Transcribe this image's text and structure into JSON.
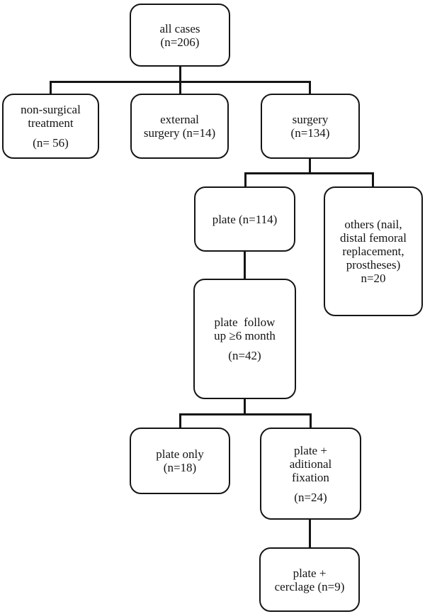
{
  "figure": {
    "background_color": "#ffffff",
    "line_color": "#151515",
    "node_border_color": "#151515"
  },
  "nodes": {
    "all_cases": {
      "text": "all cases\n(n=206)"
    },
    "non_surgical": {
      "text": "non-surgical\ntreatment",
      "count": "(n= 56)"
    },
    "external_surgery": {
      "text": "external\nsurgery (n=14)"
    },
    "surgery": {
      "text": "surgery\n(n=134)"
    },
    "plate": {
      "text": "plate (n=114)"
    },
    "others": {
      "text": "others (nail,\ndistal femoral\nreplacement,\nprostheses)\nn=20"
    },
    "plate_follow_up": {
      "text": "plate  follow\nup ≥6 month",
      "count": "(n=42)"
    },
    "plate_only": {
      "text": "plate only\n(n=18)"
    },
    "plate_additional": {
      "text": "plate +\naditional\nfixation",
      "count": "(n=24)"
    },
    "plate_cerclage": {
      "text": "plate +\ncerclage (n=9)"
    }
  },
  "edges": [
    {
      "from": "all_cases",
      "to": "non_surgical"
    },
    {
      "from": "all_cases",
      "to": "external_surgery"
    },
    {
      "from": "all_cases",
      "to": "surgery"
    },
    {
      "from": "surgery",
      "to": "plate"
    },
    {
      "from": "surgery",
      "to": "others"
    },
    {
      "from": "plate",
      "to": "plate_follow_up"
    },
    {
      "from": "plate_follow_up",
      "to": "plate_only"
    },
    {
      "from": "plate_follow_up",
      "to": "plate_additional"
    },
    {
      "from": "plate_additional",
      "to": "plate_cerclage"
    }
  ]
}
